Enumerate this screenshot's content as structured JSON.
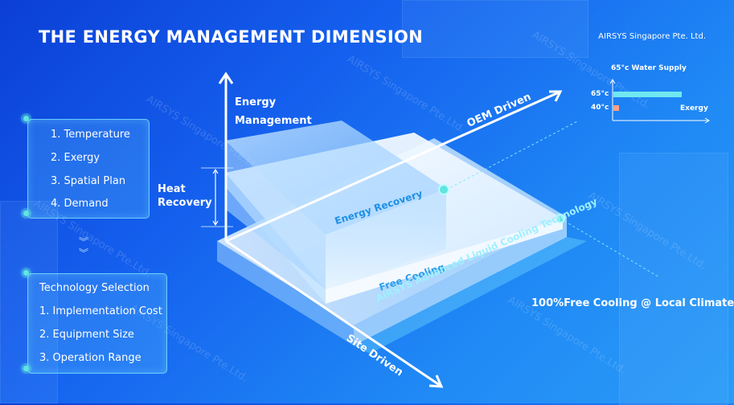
{
  "header": {
    "title": "THE ENERGY MANAGEMENT DIMENSION",
    "company": "AIRSYS Singapore Pte. Ltd."
  },
  "watermark": "AIRSYS Singapore Pte.Ltd.",
  "criteria_panel": {
    "items": [
      "1. Temperature",
      "2. Exergy",
      "3. Spatial Plan",
      "4. Demand"
    ]
  },
  "technology_panel": {
    "heading": "Technology Selection",
    "items": [
      "1. Implementation Cost",
      "2. Equipment Size",
      "3. Operation Range"
    ]
  },
  "diagram": {
    "axis_y_label_line1": "Energy",
    "axis_y_label_line2": "Management",
    "axis_oem_label": "OEM Driven",
    "axis_site_label": "Site Driven",
    "heat_recovery_line1": "Heat",
    "heat_recovery_line2": "Recovery",
    "layer_energy_recovery": "Energy Recovery",
    "layer_free_cooling": "Free Cooling",
    "layer_base": "AIRSYS Advanced Liquid Cooling Technology",
    "free_cooling_note": "100%Free Cooling @ Local Climate"
  },
  "mini_chart": {
    "title": "65°c Water Supply",
    "x_label": "Exergy",
    "bars": [
      {
        "label": "65°c",
        "value": 1.0
      },
      {
        "label": "40°c",
        "value": 0.08
      }
    ],
    "colors": {
      "high": "#6fe8f0",
      "low": "#ff9f8a"
    }
  },
  "colors": {
    "accent": "#5fe6e0"
  }
}
